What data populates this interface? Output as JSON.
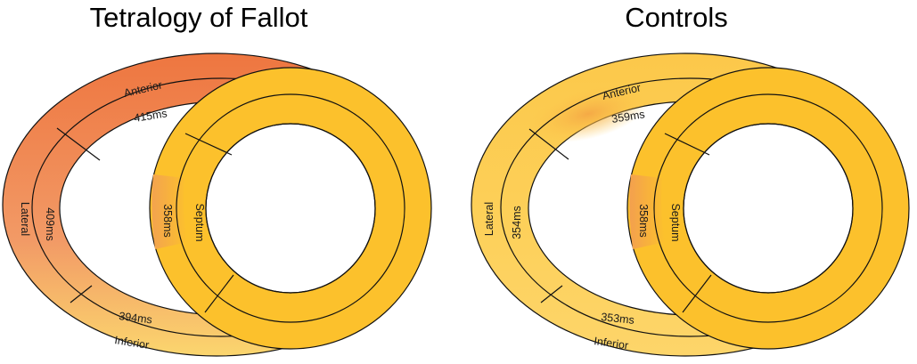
{
  "panels": [
    {
      "title": "Tetralogy of Fallot",
      "labels": {
        "anterior": "Anterior",
        "lateral": "Lateral",
        "inferior": "Inferior",
        "septum": "Septum"
      },
      "timings": {
        "anterior": "415ms",
        "lateral": "409ms",
        "inferior": "394ms",
        "septum": "358ms"
      },
      "colors": {
        "rv_top": "#ee7640",
        "rv_mid": "#f29a66",
        "rv_bottom": "#fbd66e",
        "lv": "#fcc12c",
        "septal_accent": "#f3a34f"
      }
    },
    {
      "title": "Controls",
      "labels": {
        "anterior": "Anterior",
        "lateral": "Lateral",
        "inferior": "Inferior",
        "septum": "Septum"
      },
      "timings": {
        "anterior": "359ms",
        "lateral": "354ms",
        "inferior": "353ms",
        "septum": "358ms"
      },
      "colors": {
        "rv_top": "#fcc84a",
        "rv_mid": "#fdd059",
        "rv_bottom": "#fdd56a",
        "lv": "#fcc12c",
        "septal_accent": "#f3a04e",
        "anterior_accent": "#f5aa46"
      }
    }
  ]
}
